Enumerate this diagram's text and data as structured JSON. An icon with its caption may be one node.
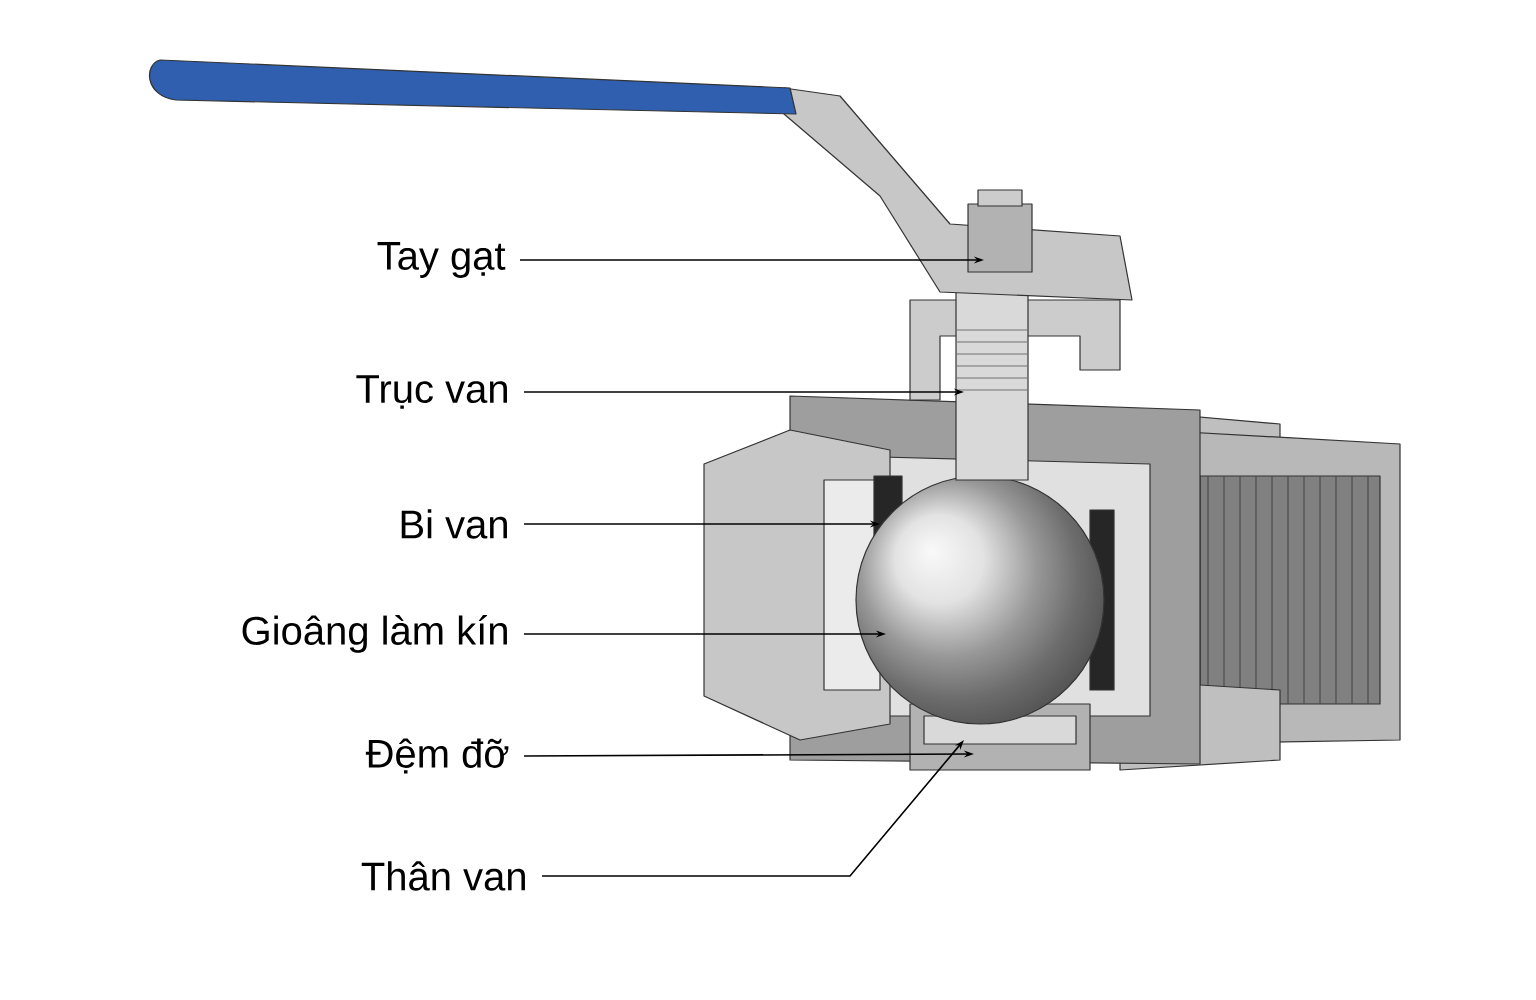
{
  "diagram": {
    "nodes": [
      {
        "text": [
          "Tay gạt"
        ]
      },
      {
        "text": [
          "Trục van"
        ]
      },
      {
        "text": [
          "Bi van"
        ]
      },
      {
        "text": [
          "Gioâng làm kín"
        ]
      },
      {
        "text": [
          "Đệm đỡ"
        ]
      },
      {
        "text": [
          "Thân van"
        ]
      }
    ],
    "edges": [
      {
        "from": 0,
        "to": null,
        "arrow": "to"
      },
      {
        "from": 1,
        "to": null,
        "arrow": "to"
      },
      {
        "from": 2,
        "to": null,
        "arrow": "to"
      },
      {
        "from": 3,
        "to": null,
        "arrow": "to"
      },
      {
        "from": 4,
        "to": null,
        "arrow": "to"
      },
      {
        "from": 5,
        "to": null,
        "arrow": "to"
      }
    ]
  }
}
